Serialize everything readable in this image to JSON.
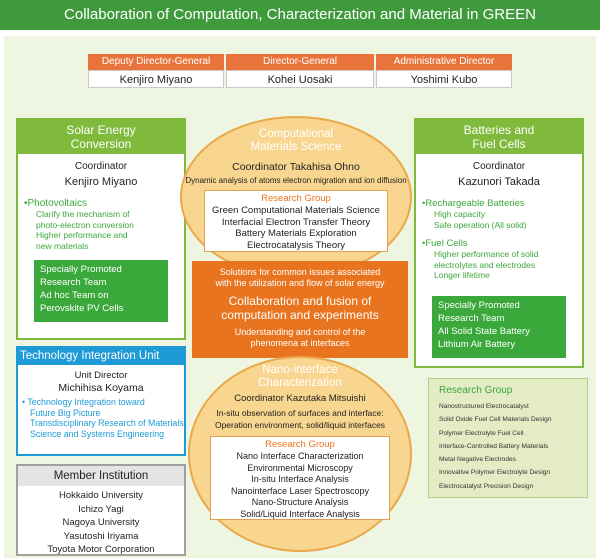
{
  "title": "Collaboration of Computation, Characterization and Material in GREEN",
  "directors": [
    {
      "role": "Deputy Director-General",
      "name": "Kenjiro Miyano"
    },
    {
      "role": "Director-General",
      "name": "Kohei Uosaki"
    },
    {
      "role": "Administrative Director",
      "name": "Yoshimi Kubo"
    }
  ],
  "solar": {
    "title_line1": "Solar Energy",
    "title_line2": "Conversion",
    "coord_label": "Coordinator",
    "coord_name": "Kenjiro Miyano",
    "topic": "•Photovoltaics",
    "lines": [
      "Clarify the mechanism of",
      "photo-electron conversion",
      "Higher performance and",
      "new materials"
    ],
    "team": [
      "Specially Promoted",
      "Research Team",
      "Ad hoc Team on",
      "Perovskite PV Cells"
    ]
  },
  "battery": {
    "title_line1": "Batteries and",
    "title_line2": "Fuel Cells",
    "coord_label": "Coordinator",
    "coord_name": "Kazunori Takada",
    "topic1": "•Rechargeable Batteries",
    "topic1_lines": [
      "High capacity",
      "Safe operation (All solid)"
    ],
    "topic2": "•Fuel Cells",
    "topic2_lines": [
      "Higher performance of solid",
      "electrolytes and electrodes",
      "Longer lifetime"
    ],
    "team": [
      "Specially Promoted",
      "Research Team",
      "All Solid State Battery",
      "Lithium Air Battery"
    ],
    "rg_title": "Research Group",
    "rg_items": [
      "Nanostructured Electrocatalyst",
      "Solid Oxide Fuel Cell Materials Design",
      "Polymer Electrolyte Fuel Cell",
      "Interface-Controlled Battery Materials",
      "Metal Negative Electrodes",
      "Innovative Polymer Electrolyte Design",
      "Electrocatalyst Precision Design"
    ]
  },
  "comp": {
    "title_line1": "Computational",
    "title_line2": "Materials Science",
    "coordinator": "Coordinator Takahisa Ohno",
    "desc": "Dynamic analysis of atoms electron migration and ion diffusion",
    "rg_title": "Research Group",
    "rg_items": [
      "Green Computational Materials Science",
      "Interfacial Electron Transfer Theory",
      "Battery Materials Exploration",
      "Electrocatalysis Theory"
    ]
  },
  "center": {
    "line1": "Solutions for common issues associated",
    "line2": "with the utilization and flow of solar energy",
    "main1": "Collaboration and fusion of",
    "main2": "computation and experiments",
    "line3": "Understanding and control of the",
    "line4": "phenomena at interfaces"
  },
  "nano": {
    "title_line1": "Nano-interface",
    "title_line2": "Characterization",
    "coordinator": "Coordinator Kazutaka Mitsuishi",
    "desc1": "In-situ observation of surfaces and interface:",
    "desc2": "Operation environment, solid/liquid interfaces",
    "rg_title": "Research Group",
    "rg_items": [
      "Nano Interface Characterization",
      "Environmental Microscopy",
      "In-situ Interface Analysis",
      "Nanointerface Laser Spectroscopy",
      "Nano-Structure Analysis",
      "Solid/Liquid Interface Analysis"
    ]
  },
  "tech": {
    "title": "Technology Integration Unit",
    "director_label": "Unit Director",
    "director_name": "Michihisa Koyama",
    "bullet1": "• Technology Integration toward",
    "bullet1b": "Future Big Picture",
    "bullet2a": "Transdisciplinary Research of Materials",
    "bullet2b": "Science and Systems Engineering"
  },
  "member": {
    "title": "Member Institution",
    "items": [
      "Hokkaido University",
      "Ichizo Yagi",
      "Nagoya University",
      "Yasutoshi Iriyama",
      "Toyota Motor Corporation"
    ]
  }
}
